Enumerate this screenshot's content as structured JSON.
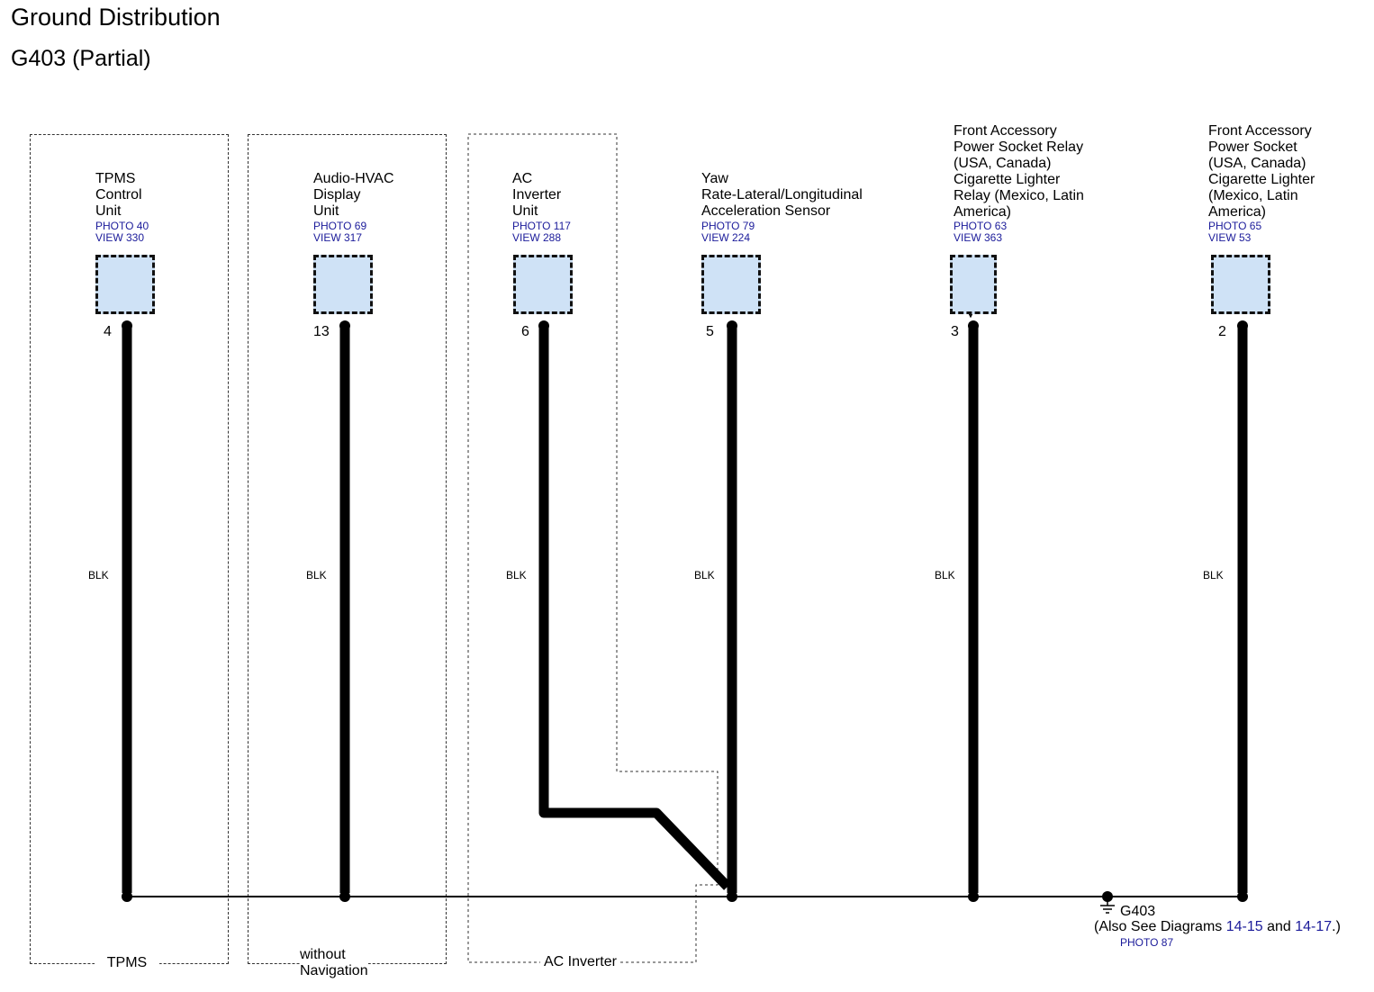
{
  "header": {
    "title": "Ground Distribution",
    "subtitle": "G403 (Partial)"
  },
  "components": [
    {
      "label": "TPMS\nControl\nUnit",
      "photo": "PHOTO 40",
      "view": "VIEW 330",
      "pin": "4",
      "wire": "BLK",
      "type": "connector"
    },
    {
      "label": "Audio-HVAC\nDisplay\nUnit",
      "photo": "PHOTO 69",
      "view": "VIEW 317",
      "pin": "13",
      "wire": "BLK",
      "type": "connector"
    },
    {
      "label": "AC\nInverter\nUnit",
      "photo": "PHOTO 117",
      "view": "VIEW 288",
      "pin": "6",
      "wire": "BLK",
      "type": "connector"
    },
    {
      "label": "Yaw\nRate-Lateral/Longitudinal\nAcceleration Sensor",
      "photo": "PHOTO 79",
      "view": "VIEW 224",
      "pin": "5",
      "wire": "BLK",
      "type": "connector"
    },
    {
      "label": "Front Accessory\nPower Socket Relay\n(USA, Canada)\nCigarette Lighter\nRelay (Mexico, Latin\nAmerica)",
      "photo": "PHOTO 63",
      "view": "VIEW 363",
      "pin": "3",
      "wire": "BLK",
      "type": "relay"
    },
    {
      "label": "Front Accessory\nPower Socket\n(USA, Canada)\nCigarette Lighter\n(Mexico, Latin\nAmerica)",
      "photo": "PHOTO 65",
      "view": "VIEW 53",
      "pin": "2",
      "wire": "BLK",
      "type": "connector"
    }
  ],
  "option_boxes": [
    {
      "label": "TPMS"
    },
    {
      "label": "without\nNavigation"
    },
    {
      "label": "AC Inverter"
    }
  ],
  "ground": {
    "name": "G403",
    "note_prefix": "(Also See Diagrams ",
    "diagram_ref_1": "14-15",
    "note_and": " and ",
    "diagram_ref_2": "14-17",
    "note_suffix": ".)",
    "photo": "PHOTO 87"
  },
  "colors": {
    "connector_fill": "#cfe2f6",
    "wire": "#000000",
    "reference_text": "#1b1b9a"
  }
}
